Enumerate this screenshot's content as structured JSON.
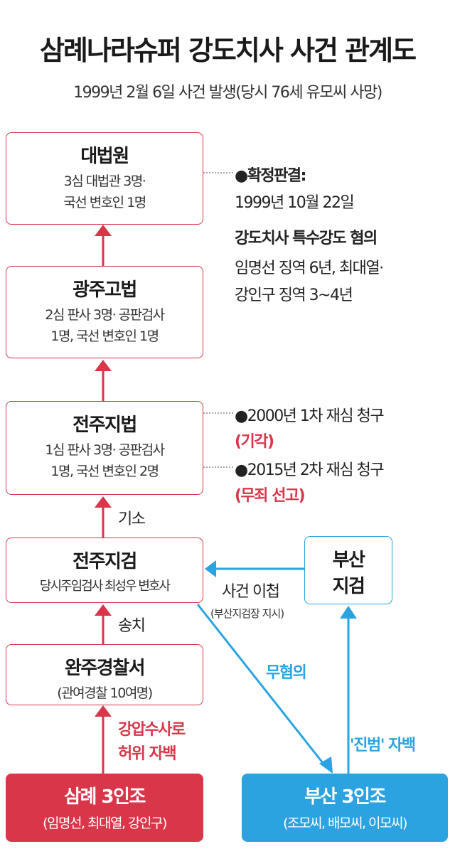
{
  "title": "삼례나라슈퍼 강도치사 사건 관계도",
  "subtitle": "1999년 2월 6일 사건 발생(당시 76세 유모씨 사망)",
  "boxes": {
    "supreme": {
      "title": "대법원",
      "line1": "3심 대법관 3명·",
      "line2": "국선 변호인 1명"
    },
    "gwangju": {
      "title": "광주고법",
      "line1": "2심 판사 3명· 공판검사",
      "line2": "1명, 국선 변호인 1명"
    },
    "jeonju_court": {
      "title": "전주지법",
      "line1": "1심 판사 3명· 공판검사",
      "line2": "1명, 국선 변호인 2명"
    },
    "jeonju_prosecutor": {
      "title": "전주지검",
      "line1": "당시주임검사 최성우 변호사"
    },
    "wanju_police": {
      "title": "완주경찰서",
      "line1": "(관여경찰 10여명)"
    },
    "samrye_three": {
      "title": "삼례 3인조",
      "line1": "(임명선, 최대열, 강인구)"
    },
    "busan_prosecutor": {
      "title": "부산",
      "line1": "지검"
    },
    "busan_three": {
      "title": "부산 3인조",
      "line1": "(조모씨, 배모씨, 이모씨)"
    }
  },
  "notes": {
    "final_label": "●확정판결:",
    "final_date": "1999년 10월 22일",
    "final_charge": "강도치사 특수강도 혐의",
    "final_sentence1": "임명선 징역 6년, 최대열·",
    "final_sentence2": "강인구 징역 3~4년",
    "retrial1": "●2000년 1차 재심 청구",
    "retrial1_result": "(기각)",
    "retrial2": "●2015년 2차 재심 청구",
    "retrial2_result": "(무죄 선고)"
  },
  "edges": {
    "indict": "기소",
    "send": "송치",
    "forced1": "강압수사로",
    "forced2": "허위 자백",
    "transfer": "사건 이첩",
    "transfer_note": "(부산지검장 지시)",
    "no_charge": "무혐의",
    "confess": "'진범' 자백"
  },
  "colors": {
    "red": "#d9364a",
    "blue": "#2aa3e0"
  }
}
